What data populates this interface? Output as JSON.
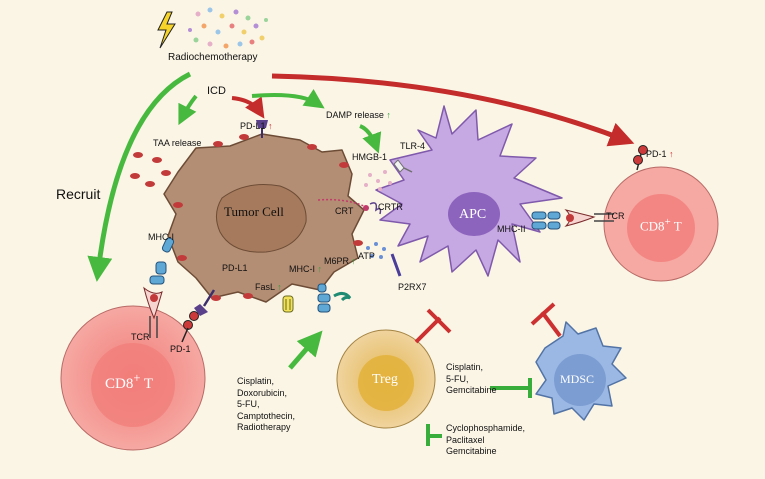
{
  "labels": {
    "radiochemotherapy": "Radiochemotherapy",
    "icd": "ICD",
    "recruit": "Recruit",
    "taa_release": "TAA release",
    "pdl1_top": "PD-L1",
    "damp_release": "DAMP release",
    "hmgb1": "HMGB-1",
    "tlr4": "TLR-4",
    "crt": "CRT",
    "crtr": "CRTR",
    "atp": "ATP",
    "p2rx7": "P2RX7",
    "tumor_cell": "Tumor Cell",
    "apc": "APC",
    "mhc2": "MHC-II",
    "tcr_right": "TCR",
    "pd1_right": "PD-1",
    "cd8_right": "CD8",
    "cd8_sup_right": "+",
    "t_right": "T",
    "mhc1_left": "MHC-I",
    "pdl1_bottom": "PD-L1",
    "tcr_left": "TCR",
    "pd1_left": "PD-1",
    "cd8_left": "CD8",
    "cd8_sup_left": "+",
    "t_left": "T",
    "fasl": "FasL",
    "mhc1_bottom": "MHC-I",
    "m6pr": "M6PR",
    "treg": "Treg",
    "mdsc": "MDSC",
    "arrow_up": "↑"
  },
  "drug_groups": {
    "icd_inducers": [
      "Cisplatin,",
      "Doxorubicin,",
      "5-FU,",
      "Camptothecin,",
      "Radiotherapy"
    ],
    "mdsc_inhibitors": [
      "Cisplatin,",
      "5-FU,",
      "Gemcitabine"
    ],
    "treg_inhibitors": [
      "Cyclophosphamide,",
      "Paclitaxel",
      "Gemcitabine"
    ]
  },
  "colors": {
    "background": "#fbf5e6",
    "tumor": "#b48e74",
    "nucleus": "#a67a5c",
    "apc": "#b99ad8",
    "cd8": "#f28b87",
    "treg": "#e8c57d",
    "mdsc": "#7ea3d8",
    "activating_arrow": "#48b93f",
    "red_arrow": "#c42b2b",
    "inhibit_red": "#cc3030",
    "inhibit_green": "#38ad3c"
  },
  "icons": [
    "lightning-icon",
    "drug-particles-icon",
    "tcr-receptor-icon",
    "mhc-receptor-icon"
  ]
}
